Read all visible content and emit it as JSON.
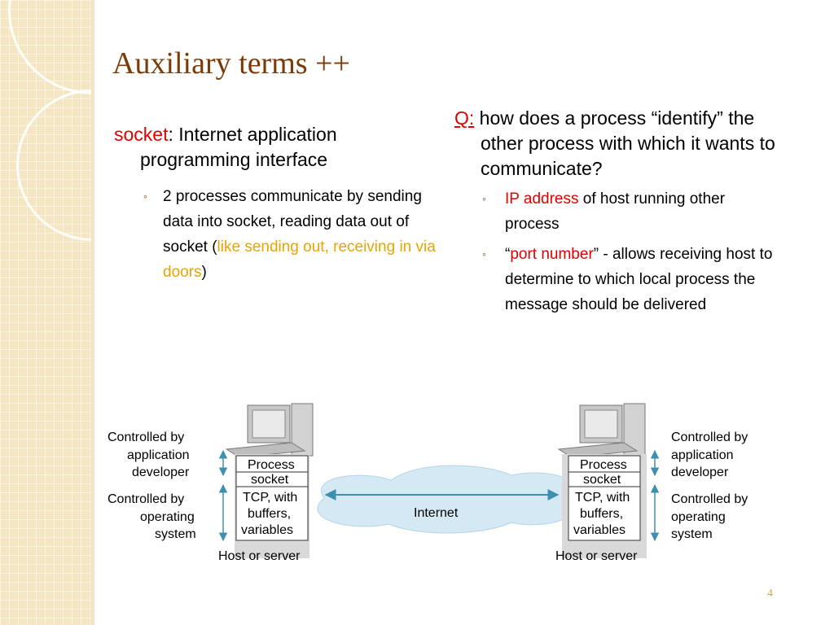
{
  "slide": {
    "title": "Auxiliary terms ++",
    "page_number": "4"
  },
  "left": {
    "term": "socket",
    "definition": ": Internet application programming interface",
    "bullet_text": "2 processes communicate by sending data into socket, reading data out of socket (",
    "bullet_highlight": "like sending out, receiving in via doors",
    "bullet_end": ")"
  },
  "right": {
    "q_label": "Q:",
    "question": " how does a process “identify” the other process with which it wants to communicate?",
    "bullets": [
      {
        "pre": "",
        "highlight": "IP address",
        "post": " of host running other process"
      },
      {
        "pre": "“",
        "highlight": "port number",
        "post": "” - allows receiving host to determine to which local process the message should be delivered"
      }
    ]
  },
  "diagram": {
    "left_labels": [
      "Controlled by",
      "application",
      "developer",
      "Controlled by",
      "operating",
      "system"
    ],
    "right_labels": [
      "Controlled by",
      "application",
      "developer",
      "Controlled by",
      "operating",
      "system"
    ],
    "process_label": "Process",
    "socket_label": "socket",
    "tcp_lines": [
      "TCP, with",
      "buffers,",
      "variables"
    ],
    "host_label": "Host or server",
    "internet_label": "Internet"
  }
}
